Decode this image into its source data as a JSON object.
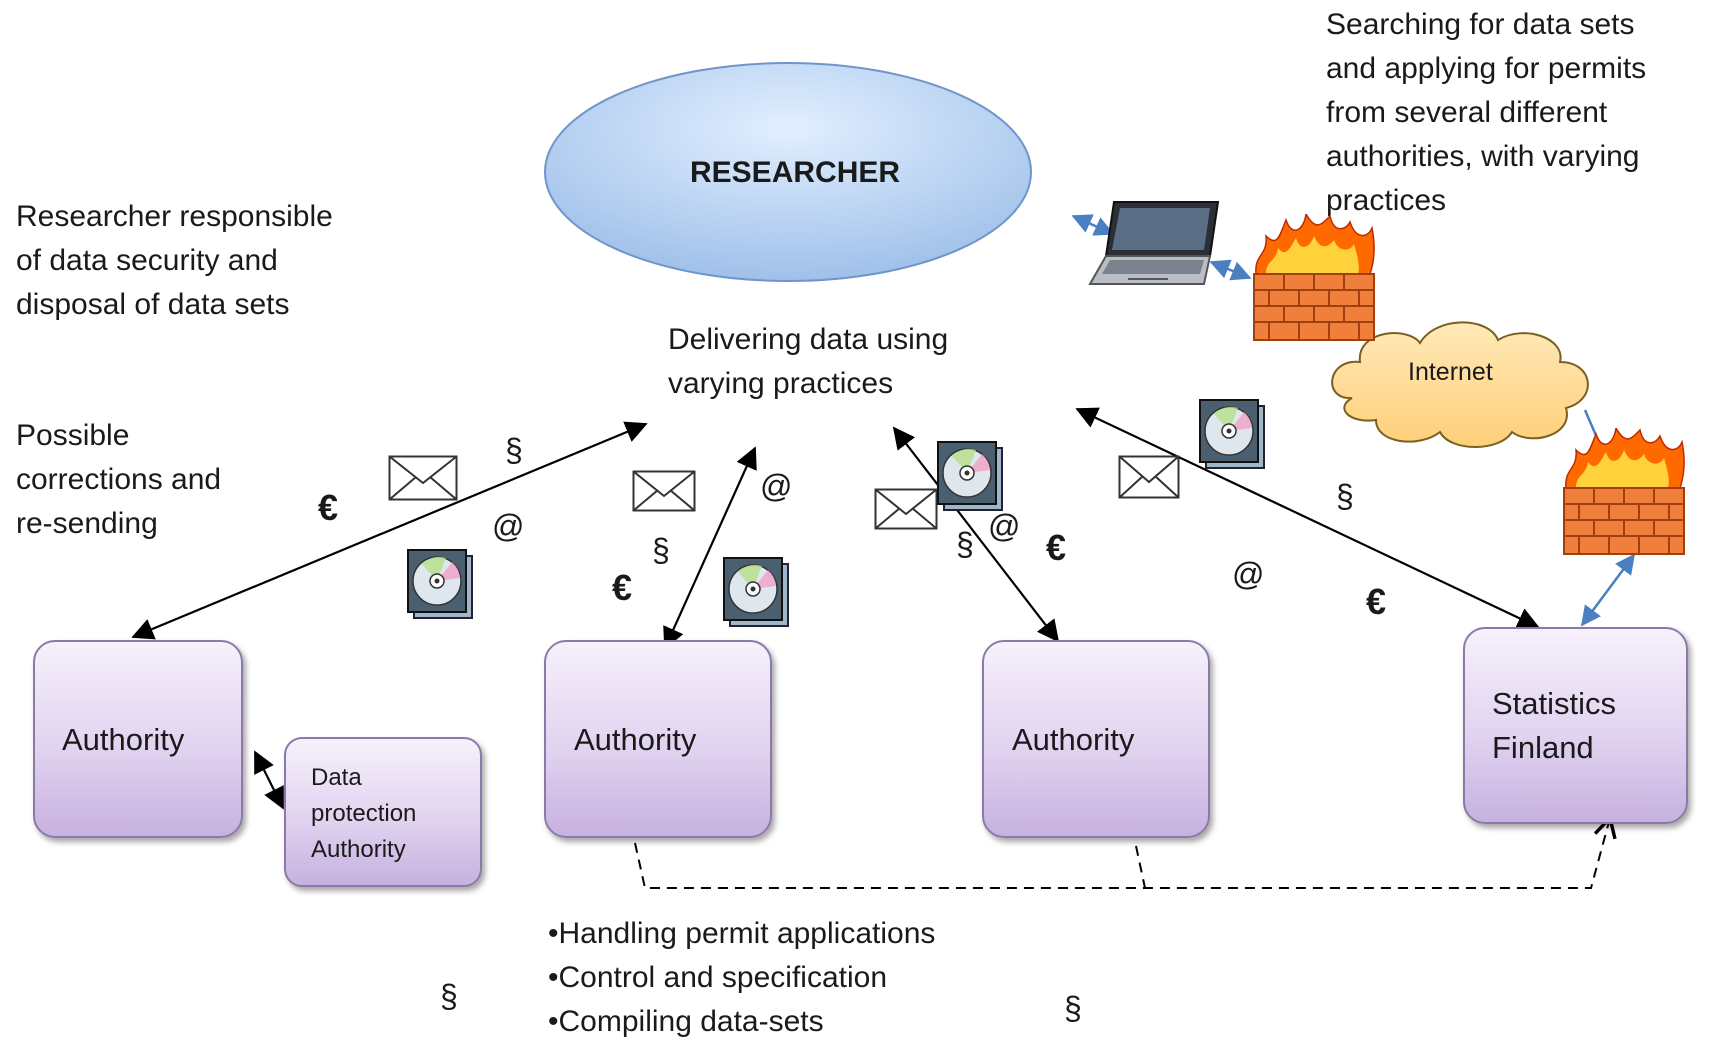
{
  "researcher": {
    "label": "RESEARCHER"
  },
  "notes": {
    "security": [
      "Researcher responsible",
      "of data security and",
      "disposal of data sets"
    ],
    "corrections": [
      "Possible",
      "corrections and",
      "re-sending"
    ],
    "delivering": [
      "Delivering data using",
      "varying practices"
    ],
    "searching": [
      "Searching for data sets",
      "and applying for permits",
      "from several different",
      "authorities, with varying",
      "practices"
    ]
  },
  "internet": {
    "label": "Internet"
  },
  "nodes": {
    "authority_1": [
      "Authority"
    ],
    "authority_2": [
      "Authority"
    ],
    "authority_3": [
      "Authority"
    ],
    "statistics": [
      "Statistics",
      "Finland"
    ],
    "dpa": [
      "Data",
      "protection",
      "Authority"
    ]
  },
  "tasks": [
    "•Handling permit applications",
    "•Control and specification",
    "•Compiling data-sets"
  ],
  "symbols": {
    "section": "§",
    "at": "@",
    "euro": "€"
  },
  "icons": [
    "envelope-icon",
    "cd-icon",
    "laptop-icon",
    "firewall-icon",
    "cloud-icon"
  ],
  "colors": {
    "ellipse": "#a9c8ee",
    "box": "#d9c8ee",
    "connector": "#4a7fc1",
    "fire": "#ff6a00",
    "brick": "#f07f3c"
  }
}
